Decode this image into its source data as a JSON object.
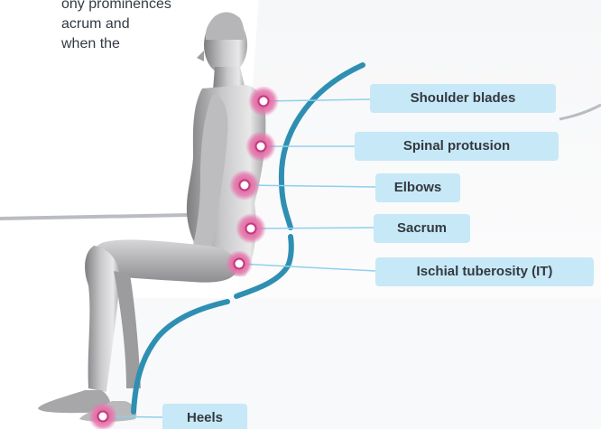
{
  "intro": {
    "line1": "ony prominences",
    "line2": "acrum and",
    "line3": "when the"
  },
  "labels": {
    "shoulder_blades": "Shoulder blades",
    "spinal_protusion": "Spinal protusion",
    "elbows": "Elbows",
    "sacrum": "Sacrum",
    "ischial_tuberosity": "Ischial tuberosity (IT)",
    "heels": "Heels"
  },
  "colors": {
    "chair_line": "#2f8fb2",
    "marker": "#c8367e",
    "marker_halo": "#e57bb0",
    "label_bg": "#c7e8f7",
    "leader": "#8fd0ec"
  }
}
